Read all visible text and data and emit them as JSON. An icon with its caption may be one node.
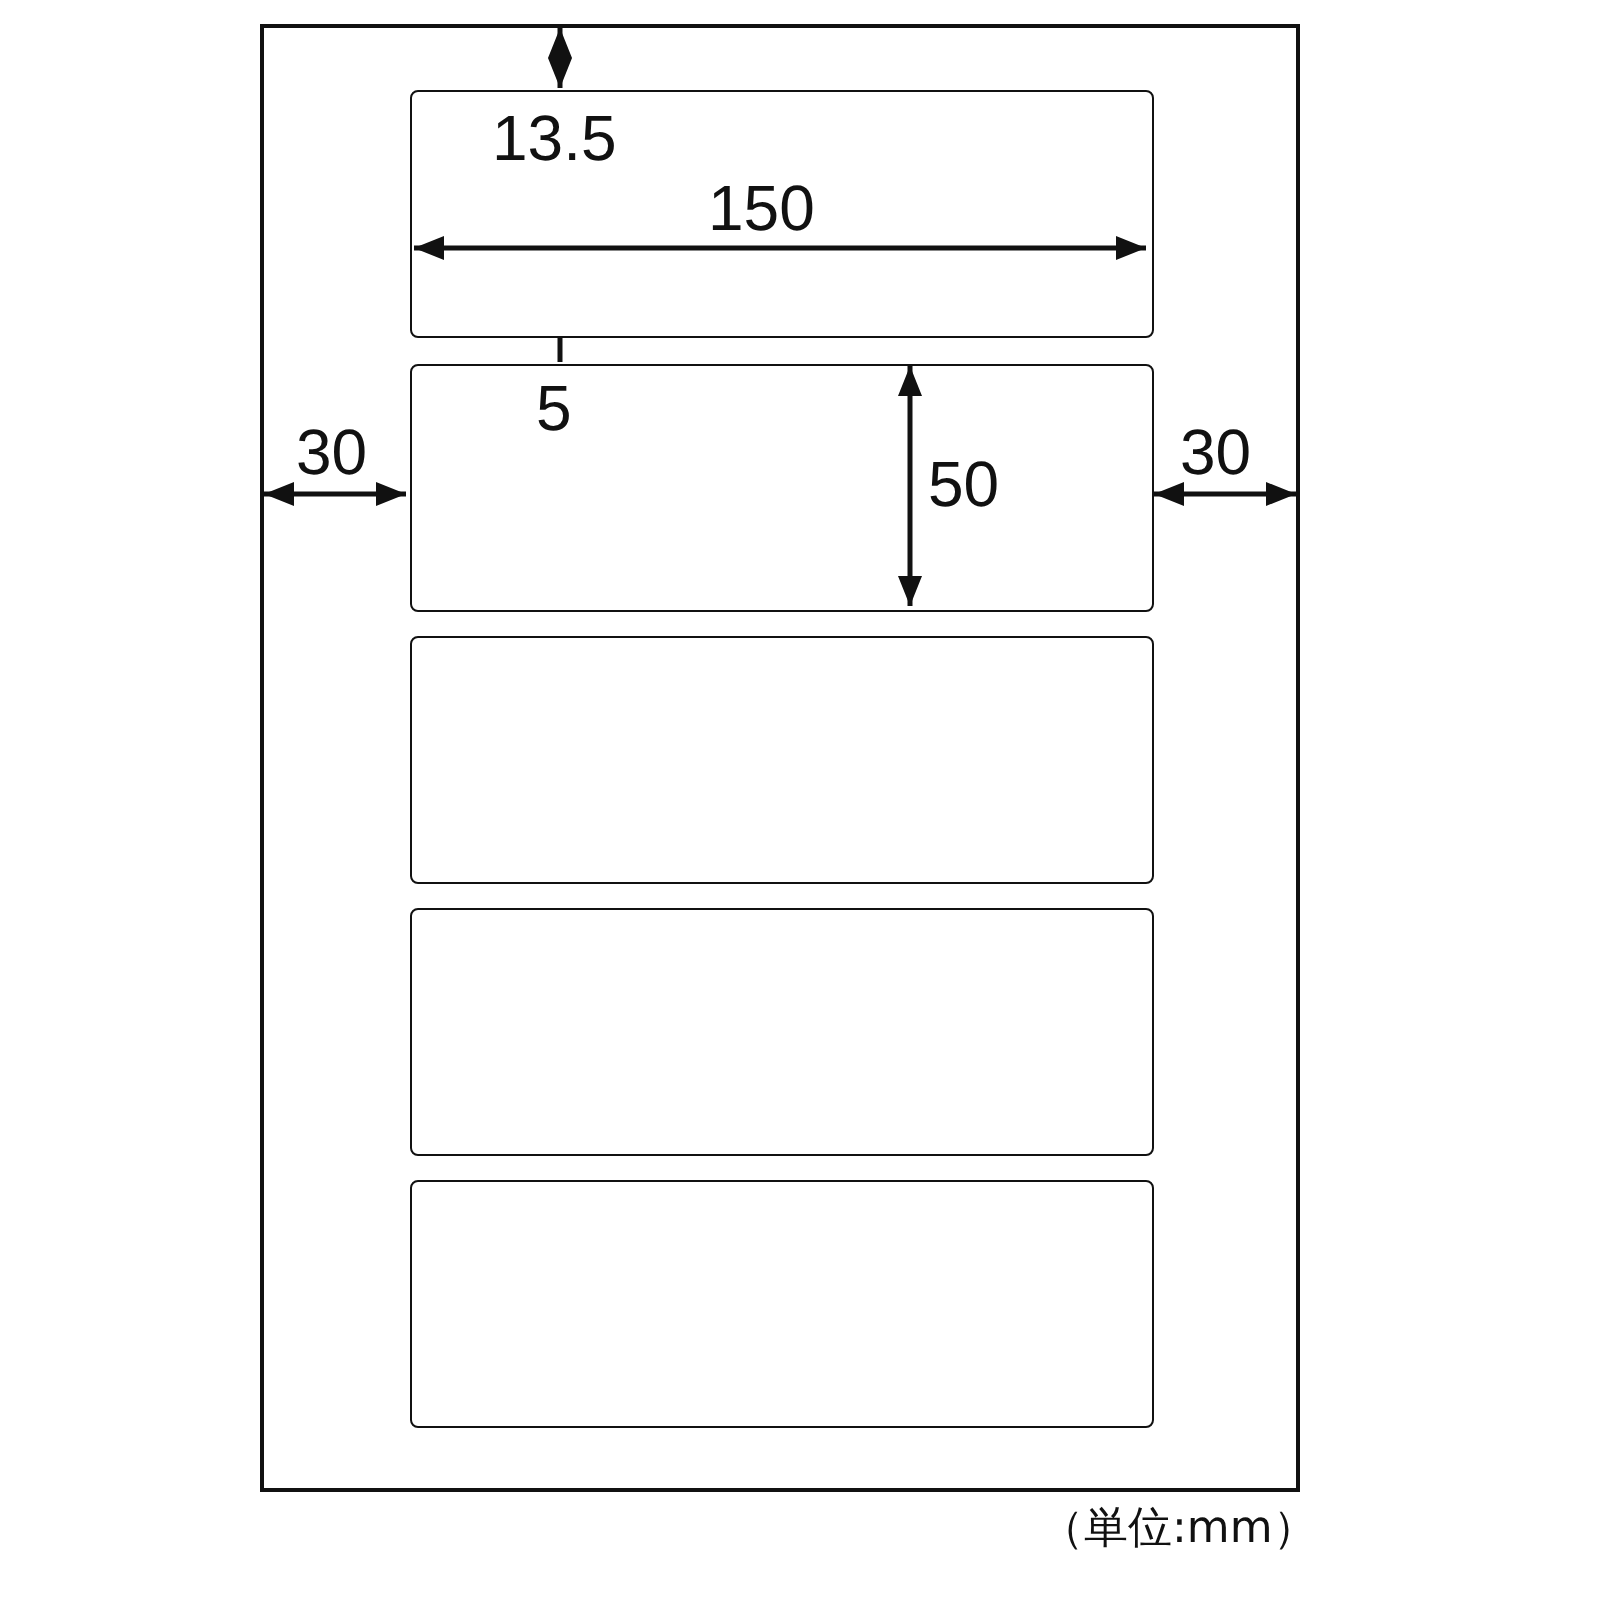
{
  "diagram": {
    "caption": "（単位:mm）",
    "labels": [
      "13.5",
      "150",
      "5",
      "30",
      "50",
      "30"
    ]
  }
}
